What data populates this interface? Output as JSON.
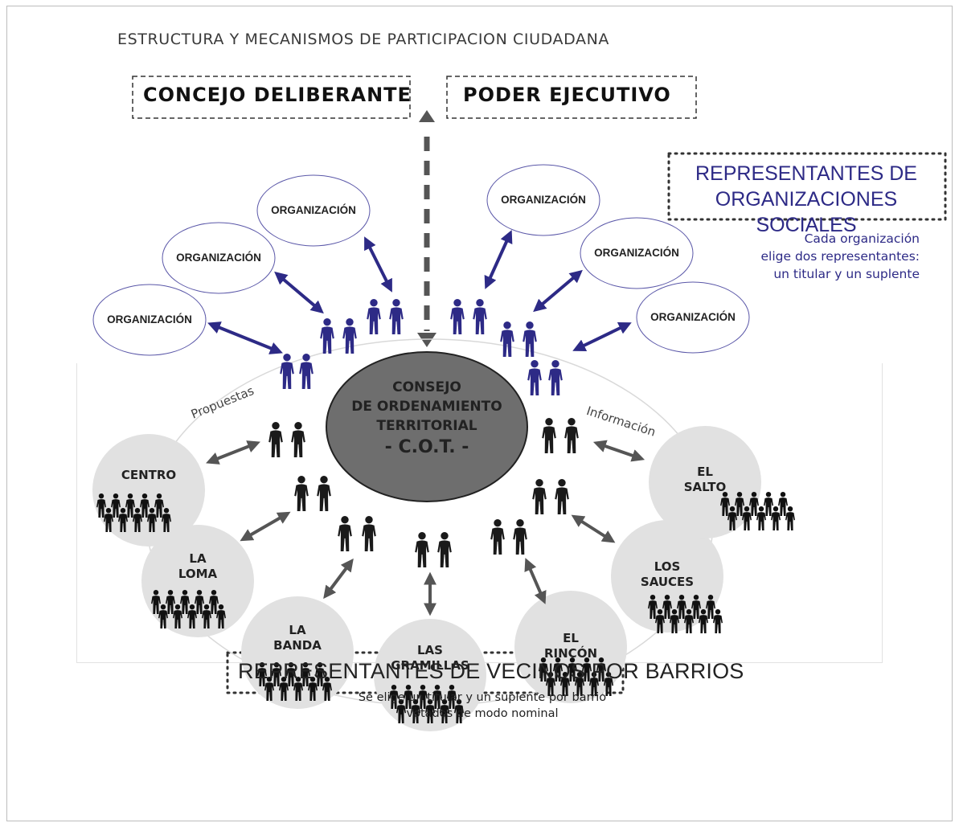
{
  "title": "ESTRUCTURA Y MECANISMOS DE PARTICIPACION CIUDADANA",
  "top_boxes": {
    "concejo": "CONCEJO DELIBERANTE",
    "poder": "PODER EJECUTIVO"
  },
  "organizaciones": {
    "heading_line1": "REPRESENTANTES DE",
    "heading_line2": "ORGANIZACIONES SOCIALES",
    "note_line1": "Cada organización",
    "note_line2": "elige dos representantes:",
    "note_line3": "un titular y un suplente",
    "org_label": "ORGANIZACIÓN"
  },
  "cot": {
    "line1": "CONSEJO",
    "line2": "DE ORDENAMIENTO",
    "line3": "TERRITORIAL",
    "line4": "- C.O.T. -"
  },
  "arc_labels": {
    "propuestas": "Propuestas",
    "informacion": "Información"
  },
  "barrios": {
    "centro": [
      "CENTRO"
    ],
    "la_loma": [
      "LA",
      "LOMA"
    ],
    "la_banda": [
      "LA",
      "BANDA"
    ],
    "las_gramillas": [
      "LAS",
      "GRAMILLAS"
    ],
    "el_rincon": [
      "EL",
      "RINCÓN"
    ],
    "los_sauces": [
      "LOS",
      "SAUCES"
    ],
    "el_salto": [
      "EL",
      "SALTO"
    ]
  },
  "vecinos": {
    "heading": "REPRESENTANTES DE VECINOS POR BARRIOS",
    "foot_line1": "Se elige un titular y un suplente por barrio",
    "foot_line2": "votados de modo nominal"
  },
  "colors": {
    "blue": "#2d2a86",
    "ellipse_stroke": "#5a57a8",
    "barrio_fill": "#e1e1e1",
    "cot_fill": "#6e6e6e",
    "dark": "#1a1a1a",
    "arrow_grey": "#555555"
  }
}
